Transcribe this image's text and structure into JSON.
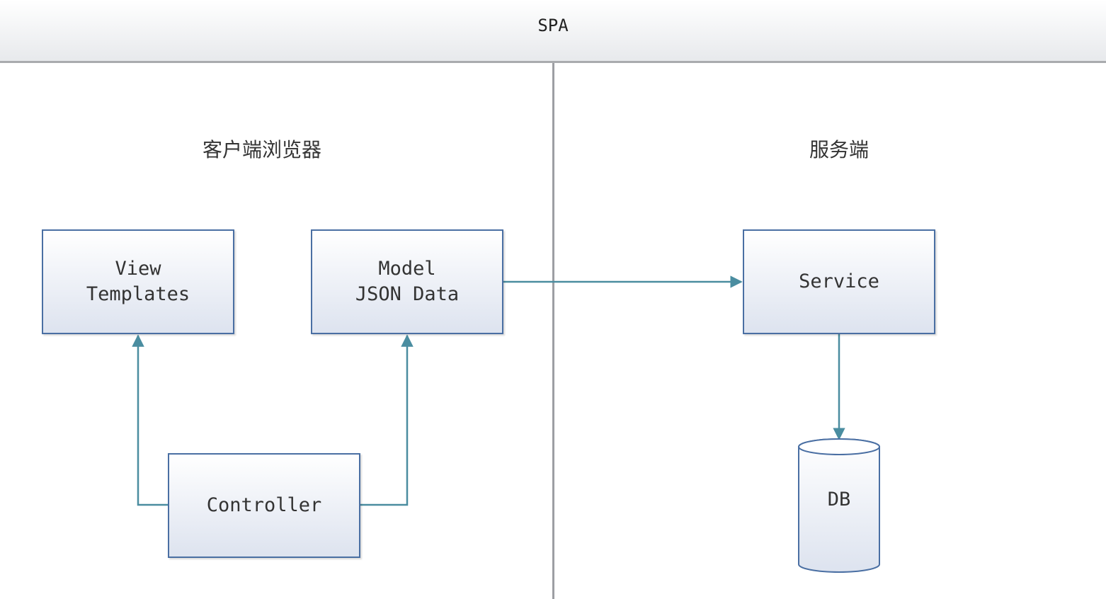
{
  "header": {
    "title": "SPA"
  },
  "lanes": {
    "client": {
      "title": "客户端浏览器"
    },
    "server": {
      "title": "服务端"
    }
  },
  "nodes": {
    "view": {
      "line1": "View",
      "line2": "Templates"
    },
    "model": {
      "line1": "Model",
      "line2": "JSON Data"
    },
    "controller": {
      "label": "Controller"
    },
    "service": {
      "label": "Service"
    },
    "db": {
      "label": "DB"
    }
  },
  "colors": {
    "box_border": "#4a6fa3",
    "connector": "#4a8da0",
    "divider": "#9d9fa3"
  }
}
